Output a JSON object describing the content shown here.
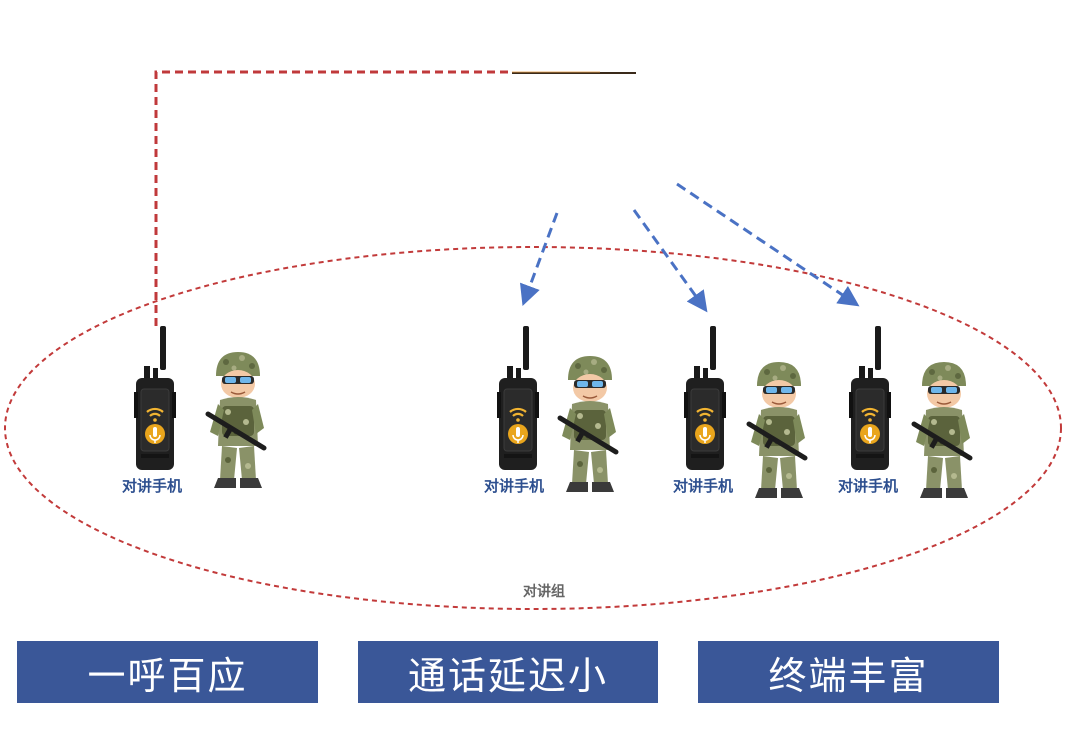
{
  "group_label": "对讲组",
  "terminals": [
    {
      "label": "对讲手机"
    },
    {
      "label": "对讲手机"
    },
    {
      "label": "对讲手机"
    },
    {
      "label": "对讲手机"
    }
  ],
  "features": [
    {
      "label": "一呼百应"
    },
    {
      "label": "通话延迟小"
    },
    {
      "label": "终端丰富"
    }
  ],
  "colors": {
    "group_outline": "#c23a3a",
    "red_link": "#c0393b",
    "blue_link": "#4a72c4",
    "feature_box": "#3a5798",
    "terminal_label": "#2d4f8f"
  },
  "icons": [
    "walkie-talkie-icon",
    "soldier-icon",
    "wifi-icon",
    "microphone-icon"
  ]
}
